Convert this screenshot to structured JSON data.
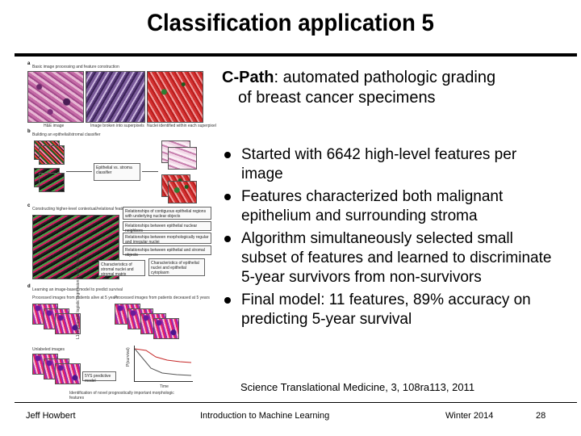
{
  "slide": {
    "title": "Classification application 5"
  },
  "subtitle": {
    "name": "C-Path",
    "rest_line1": ": automated pathologic grading",
    "line2": "of breast cancer specimens"
  },
  "bullets": [
    {
      "text": "Started with 6642 high-level features per image"
    },
    {
      "text": "Features characterized both malignant epithelium and surrounding stroma"
    },
    {
      "text": "Algorithm simultaneously selected small subset of features and learned to discriminate 5-year survivors from non-survivors"
    },
    {
      "text": "Final model: 11 features, 89% accuracy on predicting 5-year survival"
    }
  ],
  "citation": {
    "journal": "Science Translational Medicine, ",
    "volume": "3",
    "rest": ", 108ra113, 2011"
  },
  "figure": {
    "panel_a": "a",
    "panel_a_heading": "Basic image processing and feature construction",
    "caption_a1": "H&E image",
    "caption_a2": "Image broken into superpixels",
    "caption_a3": "Nuclei identified within each superpixel",
    "panel_b": "b",
    "panel_b_heading": "Building an epithelial/stromal classifier",
    "box_b": "Epithelial vs. stroma classifier",
    "panel_c": "c",
    "panel_c_heading": "Constructing higher-level contextual/relational features",
    "box_c1": "Relationships of contiguous epithelial regions with underlying nuclear objects",
    "box_c2": "Relationships between epithelial nuclear neighbors",
    "box_c3": "Relationships between morphologically regular and irregular nuclei",
    "box_c4": "Relationships between epithelial and stromal objects",
    "box_c5": "Characteristics of stromal nuclei and stromal matrix",
    "box_c6": "Characteristics of epithelial nuclei and epithelial cytoplasm",
    "panel_d": "d",
    "panel_d_heading": "Learning an image-based model to predict survival",
    "label_d1": "Processed images from patients alive at 5 years",
    "label_d2": "Processed images from patients deceased at 5 years",
    "label_d3": "Unlabeled images",
    "label_d4": "L1-regularized logistic regression model building",
    "label_d5": "5YS predictive model",
    "label_d6": "Identification of novel prognostically important morphologic features",
    "axis_d_y": "P(survival)",
    "axis_d_x": "Time"
  },
  "footer": {
    "author": "Jeff Howbert",
    "course": "Introduction to Machine Learning",
    "date": "Winter 2014",
    "page": "28"
  }
}
